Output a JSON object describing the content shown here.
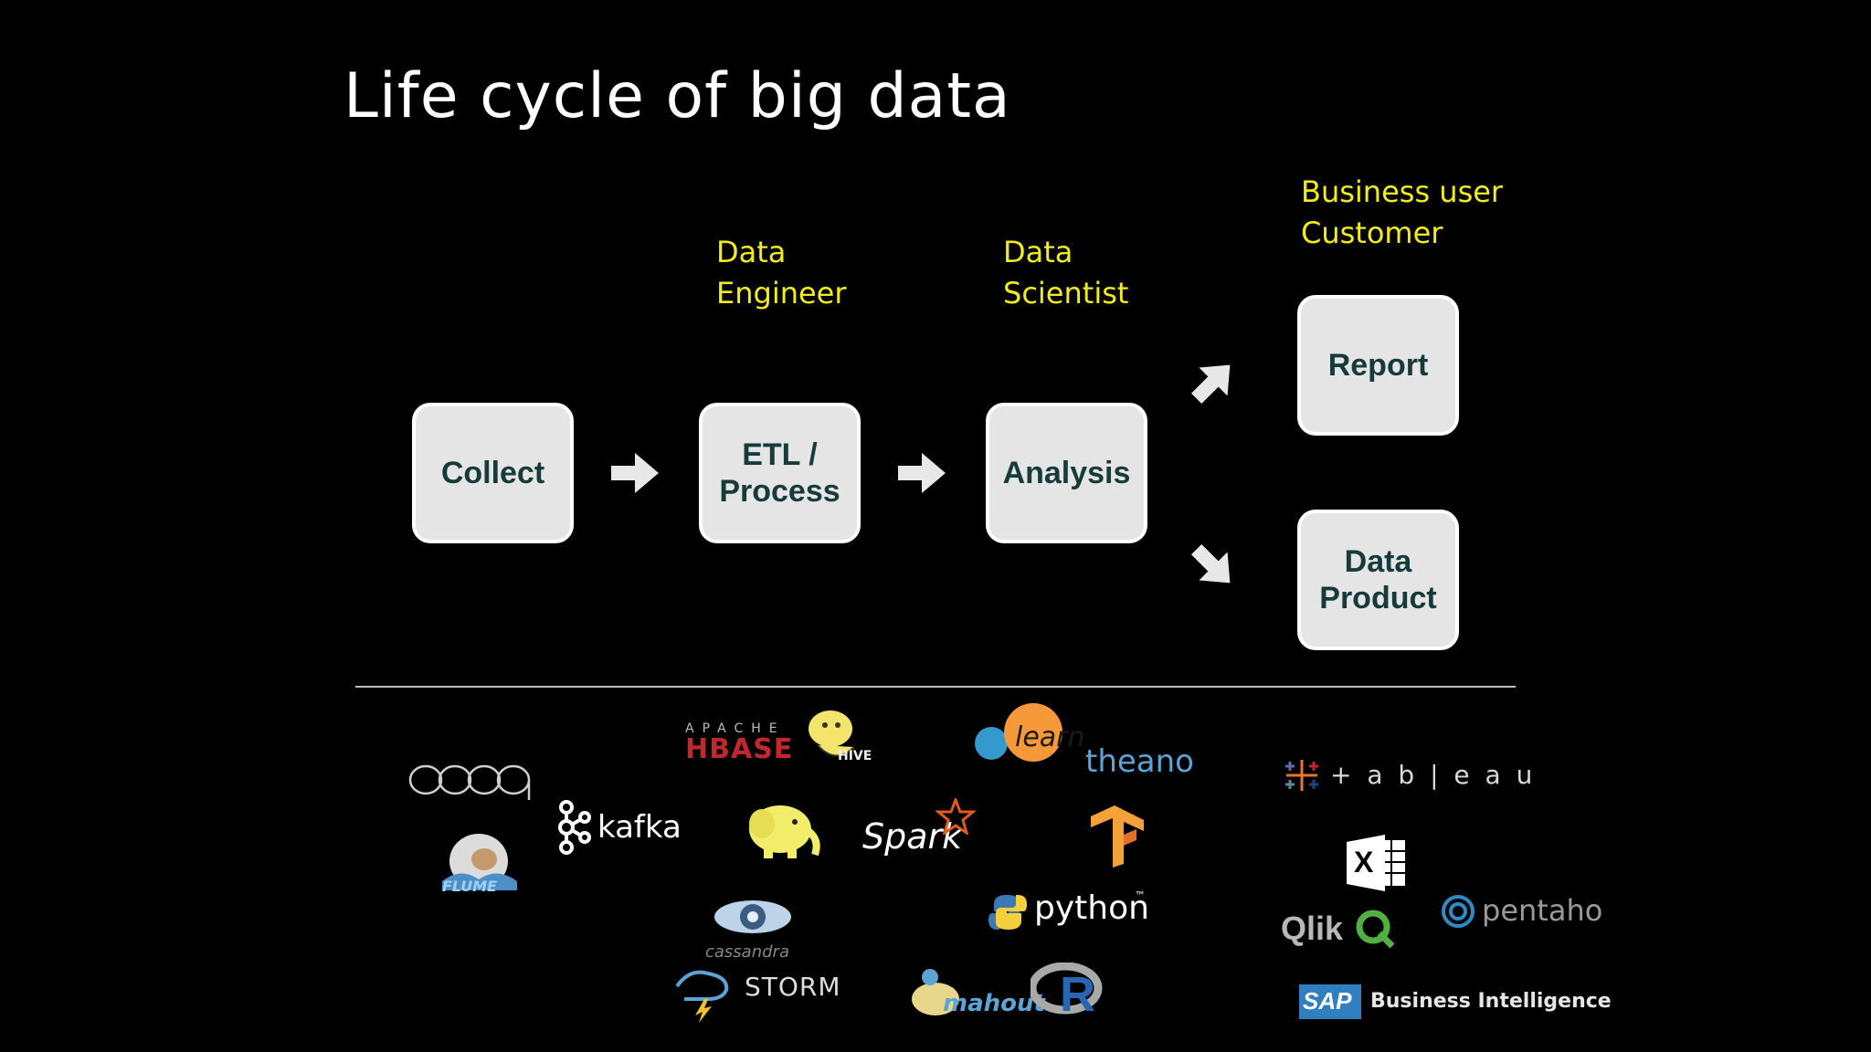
{
  "slide": {
    "title": "Life cycle of big data"
  },
  "roles": {
    "data_engineer": [
      "Data",
      "Engineer"
    ],
    "data_scientist": [
      "Data",
      "Scientist"
    ],
    "business": [
      "Business user",
      "Customer"
    ]
  },
  "boxes": {
    "collect": [
      "Collect"
    ],
    "etl": [
      "ETL /",
      "Process"
    ],
    "analysis": [
      "Analysis"
    ],
    "report": [
      "Report"
    ],
    "data_product": [
      "Data",
      "Product"
    ]
  },
  "logos": {
    "hbase_top": "APACHE",
    "hbase": "HBASE",
    "hive": "HIVE",
    "scikit": "learn",
    "theano": "theano",
    "kafka": "kafka",
    "spark": "Spark",
    "flume": "FLUME",
    "cassandra": "cassandra",
    "storm": "STORM",
    "python": "python",
    "python_tm": "™",
    "mahout": "mahout",
    "r": "R",
    "tableau": "+ a b | e a u",
    "excel": "X",
    "qlik": "Qlik",
    "pentaho": "pentaho",
    "sap": "SAP",
    "sap_bi": "Business Intelligence"
  },
  "colors": {
    "background": "#000000",
    "title": "#ffffff",
    "role_text": "#f2ec1c",
    "box_fill": "#e5e5e5",
    "box_text": "#173a3a",
    "arrow": "#e8e8e8",
    "divider": "#bdbdbd"
  }
}
